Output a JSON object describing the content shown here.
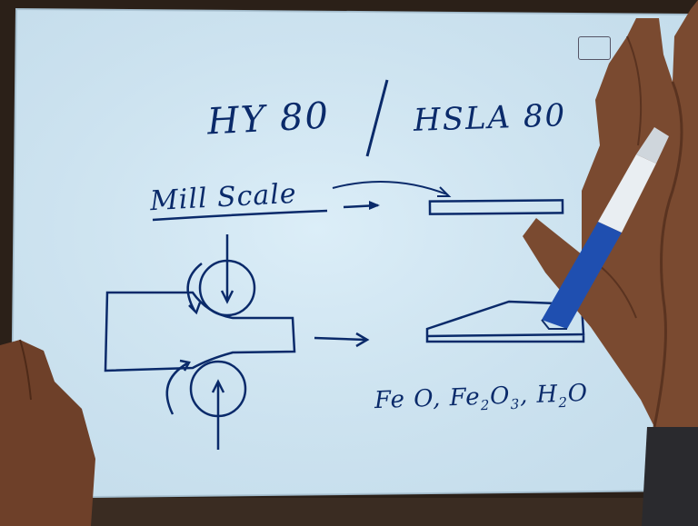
{
  "board": {
    "title_left": "HY 80",
    "title_right": "HSLA 80",
    "mill_scale_label": "Mill Scale",
    "oxides": {
      "feo": "Fe O",
      "fe2o3_base": "Fe",
      "fe2o3_sub1": "2",
      "fe2o3_mid": "O",
      "fe2o3_sub2": "3",
      "h2o_base": "H",
      "h2o_sub": "2",
      "h2o_end": "O",
      "sep": ","
    }
  },
  "colors": {
    "board": "#cfe6f3",
    "ink": "#0a2a6a",
    "skin": "#7a4a30",
    "pen": "#1f4fb0"
  }
}
